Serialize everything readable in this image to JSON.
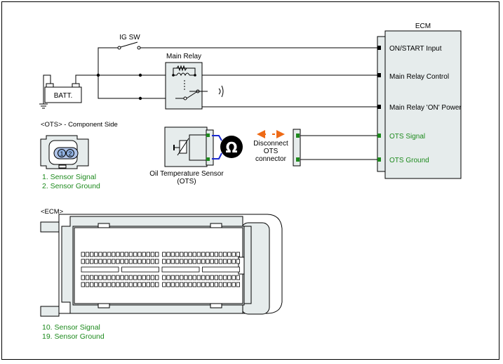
{
  "switch": {
    "label": "IG SW"
  },
  "relay": {
    "label": "Main Relay"
  },
  "battery": {
    "label": "BATT."
  },
  "ecm_box": {
    "title": "ECM",
    "pins": [
      "ON/START Input",
      "Main Relay Control",
      "Main Relay 'ON' Power",
      "OTS Signal",
      "OTS Ground"
    ]
  },
  "sensor": {
    "label_line1": "Oil Temperature Sensor",
    "label_line2": "(OTS)"
  },
  "meter": {
    "symbol": "Ω"
  },
  "disconnect": {
    "line1": "Disconnect",
    "line2": "OTS",
    "line3": "connector"
  },
  "ots_connector": {
    "title": "<OTS> - Component Side",
    "pin1": "1",
    "pin2": "2",
    "notes": [
      "1. Sensor Signal",
      "2. Sensor Ground"
    ]
  },
  "ecm_connector": {
    "title": "<ECM>",
    "notes": [
      "10. Sensor Signal",
      "19. Sensor Ground"
    ]
  },
  "colors": {
    "signal_wire": "#1a2ad0",
    "note_text": "#1d8a1d",
    "arrow": "#ee6a16",
    "panel_fill": "#e6ecec"
  }
}
